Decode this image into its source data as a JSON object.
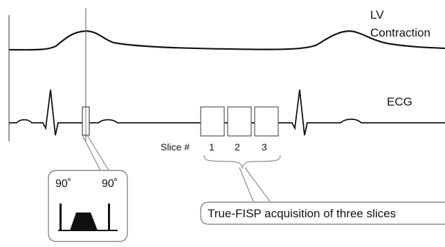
{
  "labels": {
    "lv_line1": "LV",
    "lv_line2": "Contraction",
    "ecg": "ECG",
    "slice_prefix": "Slice #",
    "slices": [
      "1",
      "2",
      "3"
    ],
    "pulse_left": "90˚",
    "pulse_right": "90˚",
    "callout": "True-FISP acquisition of three slices"
  },
  "colors": {
    "trace": "#111111",
    "slice_box": "#555555",
    "callout_border": "#888888",
    "pulse_fill": "#111111"
  }
}
